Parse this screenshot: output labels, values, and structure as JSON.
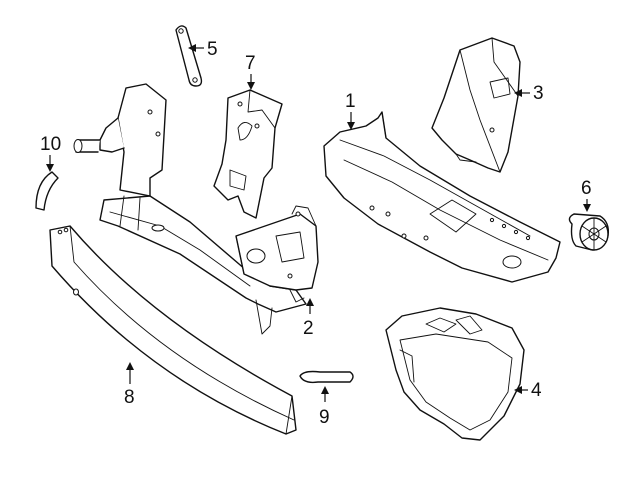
{
  "diagram": {
    "callouts": [
      {
        "id": "c1",
        "label": "1"
      },
      {
        "id": "c2",
        "label": "2"
      },
      {
        "id": "c3",
        "label": "3"
      },
      {
        "id": "c4",
        "label": "4"
      },
      {
        "id": "c5",
        "label": "5"
      },
      {
        "id": "c6",
        "label": "6"
      },
      {
        "id": "c7",
        "label": "7"
      },
      {
        "id": "c8",
        "label": "8"
      },
      {
        "id": "c9",
        "label": "9"
      },
      {
        "id": "c10",
        "label": "10"
      }
    ],
    "colors": {
      "line": "#111111",
      "background": "#ffffff"
    }
  }
}
